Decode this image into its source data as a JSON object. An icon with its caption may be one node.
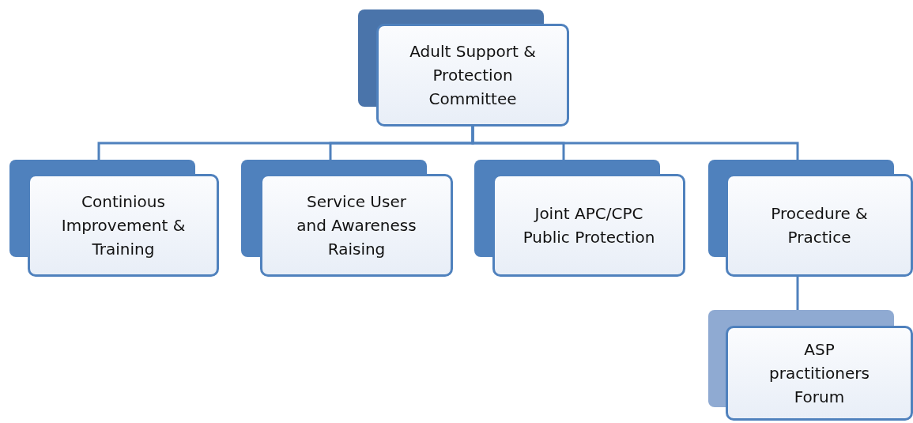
{
  "diagram": {
    "nodes": [
      {
        "text": [
          "Adult Support & Protection Committee"
        ]
      },
      {
        "text": [
          "Continious Improvement & Training"
        ]
      },
      {
        "text": [
          "Service User and Awareness Raising"
        ]
      },
      {
        "text": [
          "Joint APC/CPC Public Protection"
        ]
      },
      {
        "text": [
          "Procedure & Practice"
        ]
      },
      {
        "text": [
          "ASP practitioners Forum"
        ]
      }
    ],
    "edges": [
      {
        "from": 0,
        "to": 1,
        "arrow": "none"
      },
      {
        "from": 0,
        "to": 2,
        "arrow": "none"
      },
      {
        "from": 0,
        "to": 3,
        "arrow": "none"
      },
      {
        "from": 0,
        "to": 4,
        "arrow": "none"
      },
      {
        "from": 4,
        "to": 5,
        "arrow": "none"
      }
    ]
  }
}
